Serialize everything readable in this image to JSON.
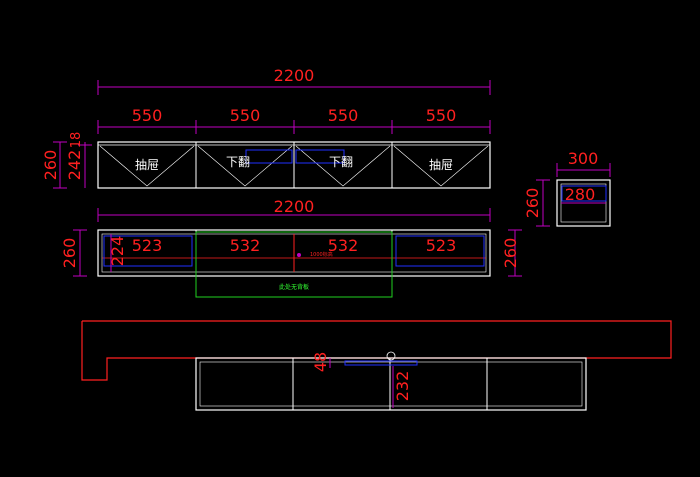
{
  "colors": {
    "background": "#000000",
    "dimension_line": "#c000c0",
    "dimension_text": "#ff2020",
    "outline": "#ffffff",
    "inner_panel": "#2030ff",
    "counter": "#ff2020",
    "green_box": "#20d020"
  },
  "top_view": {
    "overall_width": "2200",
    "segment_widths": [
      "550",
      "550",
      "550",
      "550"
    ],
    "heights": [
      "260",
      "242",
      "18"
    ],
    "drawer_labels": [
      "抽屉",
      "下翻",
      "下翻",
      "抽屉"
    ]
  },
  "front_view": {
    "overall_width": "2200",
    "inner_widths": [
      "523",
      "532",
      "532",
      "523"
    ],
    "heights": [
      "260",
      "224"
    ],
    "right_height": "260",
    "green_note": "此处无背板",
    "small_label": "1000标高"
  },
  "side_view": {
    "width": "300",
    "inner_width": "280",
    "height": "260"
  },
  "bottom_view": {
    "dim_a": "48",
    "dim_b": "232"
  }
}
